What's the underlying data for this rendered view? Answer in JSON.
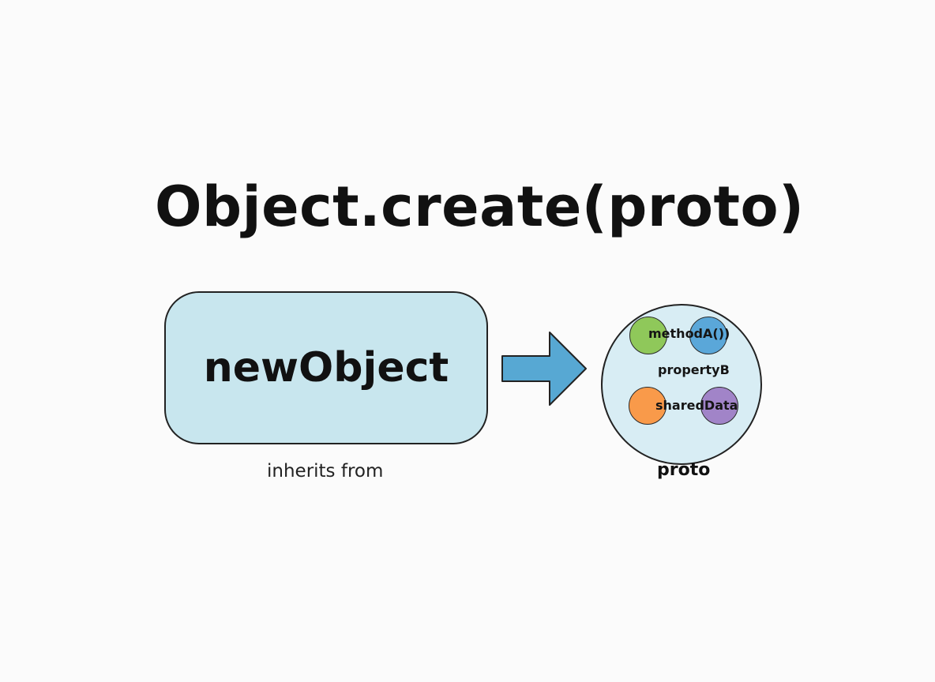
{
  "title": "Object.create(proto)",
  "new_object": {
    "label": "newObject",
    "caption": "inherits from"
  },
  "proto": {
    "label": "proto",
    "members": [
      {
        "label": "methodA())",
        "color": "#8fc85a"
      },
      {
        "label": "",
        "color": "#5aa7d9"
      },
      {
        "label": "propertyB",
        "color": ""
      },
      {
        "label": "sharedData",
        "color": "#f99a4a"
      },
      {
        "label": "",
        "color": "#a184c8"
      }
    ]
  },
  "colors": {
    "box_fill": "#c8e6ee",
    "circle_fill": "#d8edf4",
    "arrow_fill": "#57a8d3",
    "stroke": "#222222"
  }
}
